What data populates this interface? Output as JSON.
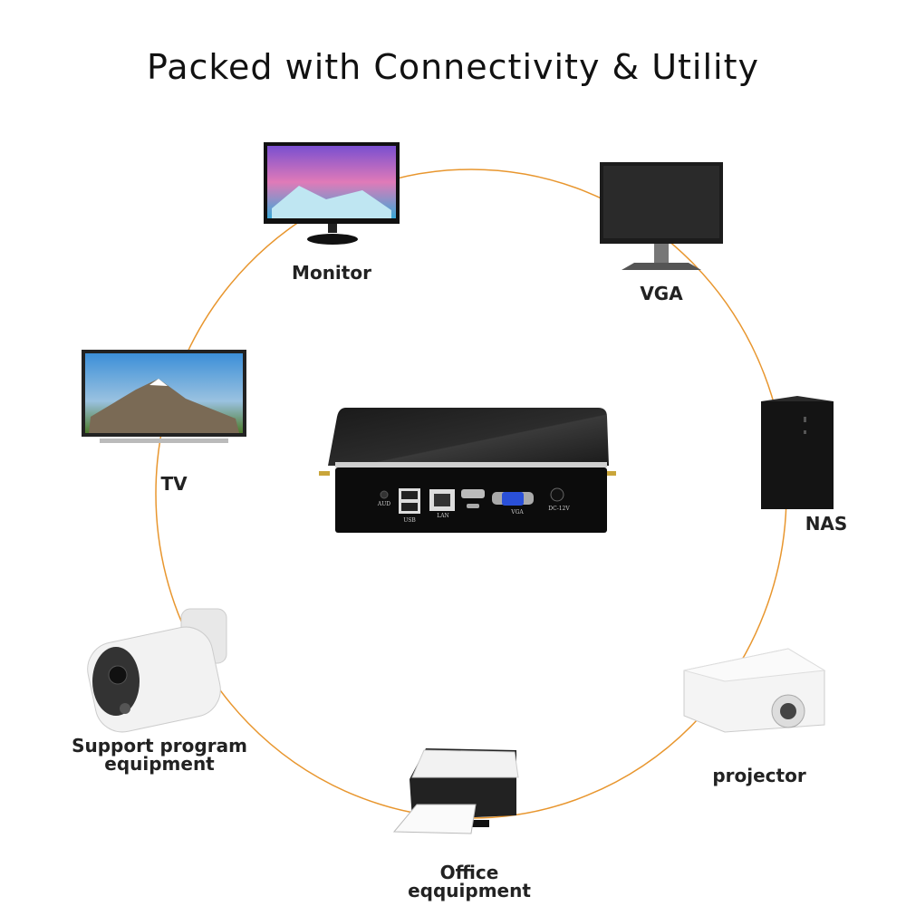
{
  "title": "Packed with Connectivity & Utility",
  "accent_color": "#e8962e",
  "center_device": {
    "name": "mini-pc",
    "ports": [
      "AUD",
      "USB",
      "LAN",
      "VGA",
      "DC-12V"
    ]
  },
  "devices": [
    {
      "id": "monitor",
      "label": "Monitor",
      "icon": "monitor-icon"
    },
    {
      "id": "vga",
      "label": "VGA",
      "icon": "vga-monitor-icon"
    },
    {
      "id": "tv",
      "label": "TV",
      "icon": "tv-icon"
    },
    {
      "id": "nas",
      "label": "NAS",
      "icon": "nas-tower-icon"
    },
    {
      "id": "camera",
      "label_lines": [
        "Support program",
        "equipment"
      ],
      "icon": "security-camera-icon"
    },
    {
      "id": "projector",
      "label": "projector",
      "icon": "projector-icon"
    },
    {
      "id": "printer",
      "label_lines": [
        "Office",
        "eqquipment"
      ],
      "icon": "printer-icon"
    }
  ]
}
